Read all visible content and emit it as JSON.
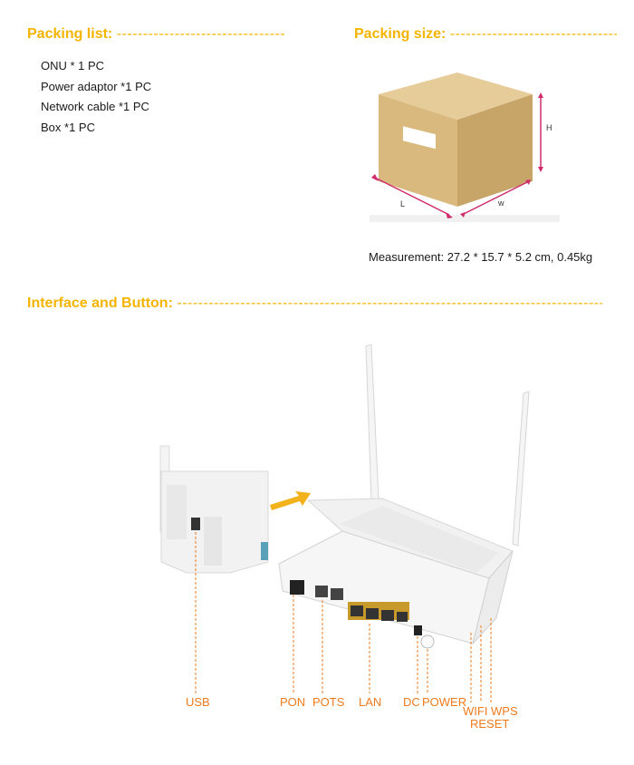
{
  "packing": {
    "title": "Packing list:",
    "dashes": "--------------------------------",
    "items": [
      "ONU * 1 PC",
      "Power adaptor *1 PC",
      "Network cable *1 PC",
      "Box *1 PC"
    ]
  },
  "size": {
    "title": "Packing size:",
    "dashes": "--------------------------------",
    "box_labels": {
      "height": "H",
      "length": "L",
      "width": "w"
    },
    "measurement": "Measurement: 27.2 * 15.7 * 5.2 cm, 0.45kg"
  },
  "interface": {
    "title": "Interface and Button:",
    "dashes": "----------------------------------------------------------------------------------------",
    "labels": {
      "usb": "USB",
      "pon": "PON",
      "pots": "POTS",
      "lan": "LAN",
      "dc": "DC",
      "power": "POWER",
      "wifi": "WIFI",
      "wps": "WPS",
      "reset": "RESET"
    }
  },
  "colors": {
    "heading": "#f4b400",
    "callout": "#ee7b1e",
    "box": "#d8b87c"
  }
}
